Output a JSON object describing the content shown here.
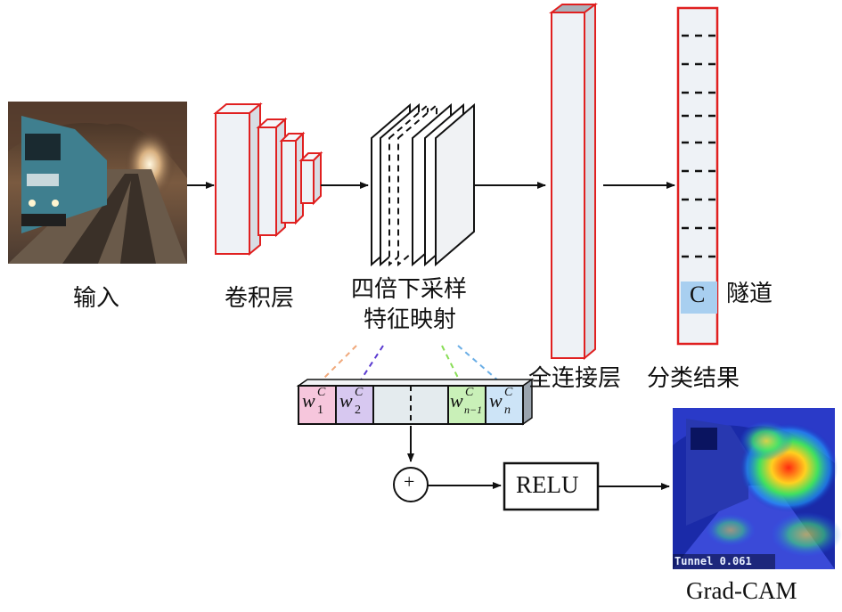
{
  "labels": {
    "input": "输入",
    "conv": "卷积层",
    "downsample_line1": "四倍下采样",
    "downsample_line2": "特征映射",
    "fc": "全连接层",
    "result": "分类结果",
    "class_letter": "C",
    "class_name": "隧道",
    "relu": "RELU",
    "plus": "+",
    "gradcam": "Grad-CAM",
    "overlay_text": "Tunnel 0.061"
  },
  "weights": [
    {
      "base": "w",
      "sup": "C",
      "sub": "1"
    },
    {
      "base": "w",
      "sup": "C",
      "sub": "2"
    },
    {
      "base": "w",
      "sup": "C",
      "sub": "n−1"
    },
    {
      "base": "w",
      "sup": "C",
      "sub": "n"
    }
  ],
  "colors": {
    "block_outline": "#e02020",
    "block_fill": "#eef2f6",
    "w1": "#f6c6dc",
    "w2": "#d7c8f0",
    "w_mid": "#e4ebee",
    "wn1": "#c9f0b8",
    "wn": "#cde4f7",
    "class_highlight": "#a8cff0",
    "dash_w1": "#f0a87a",
    "dash_w2": "#5a3ad0",
    "dash_wn1": "#88dd55",
    "dash_wn": "#6aaee6"
  }
}
